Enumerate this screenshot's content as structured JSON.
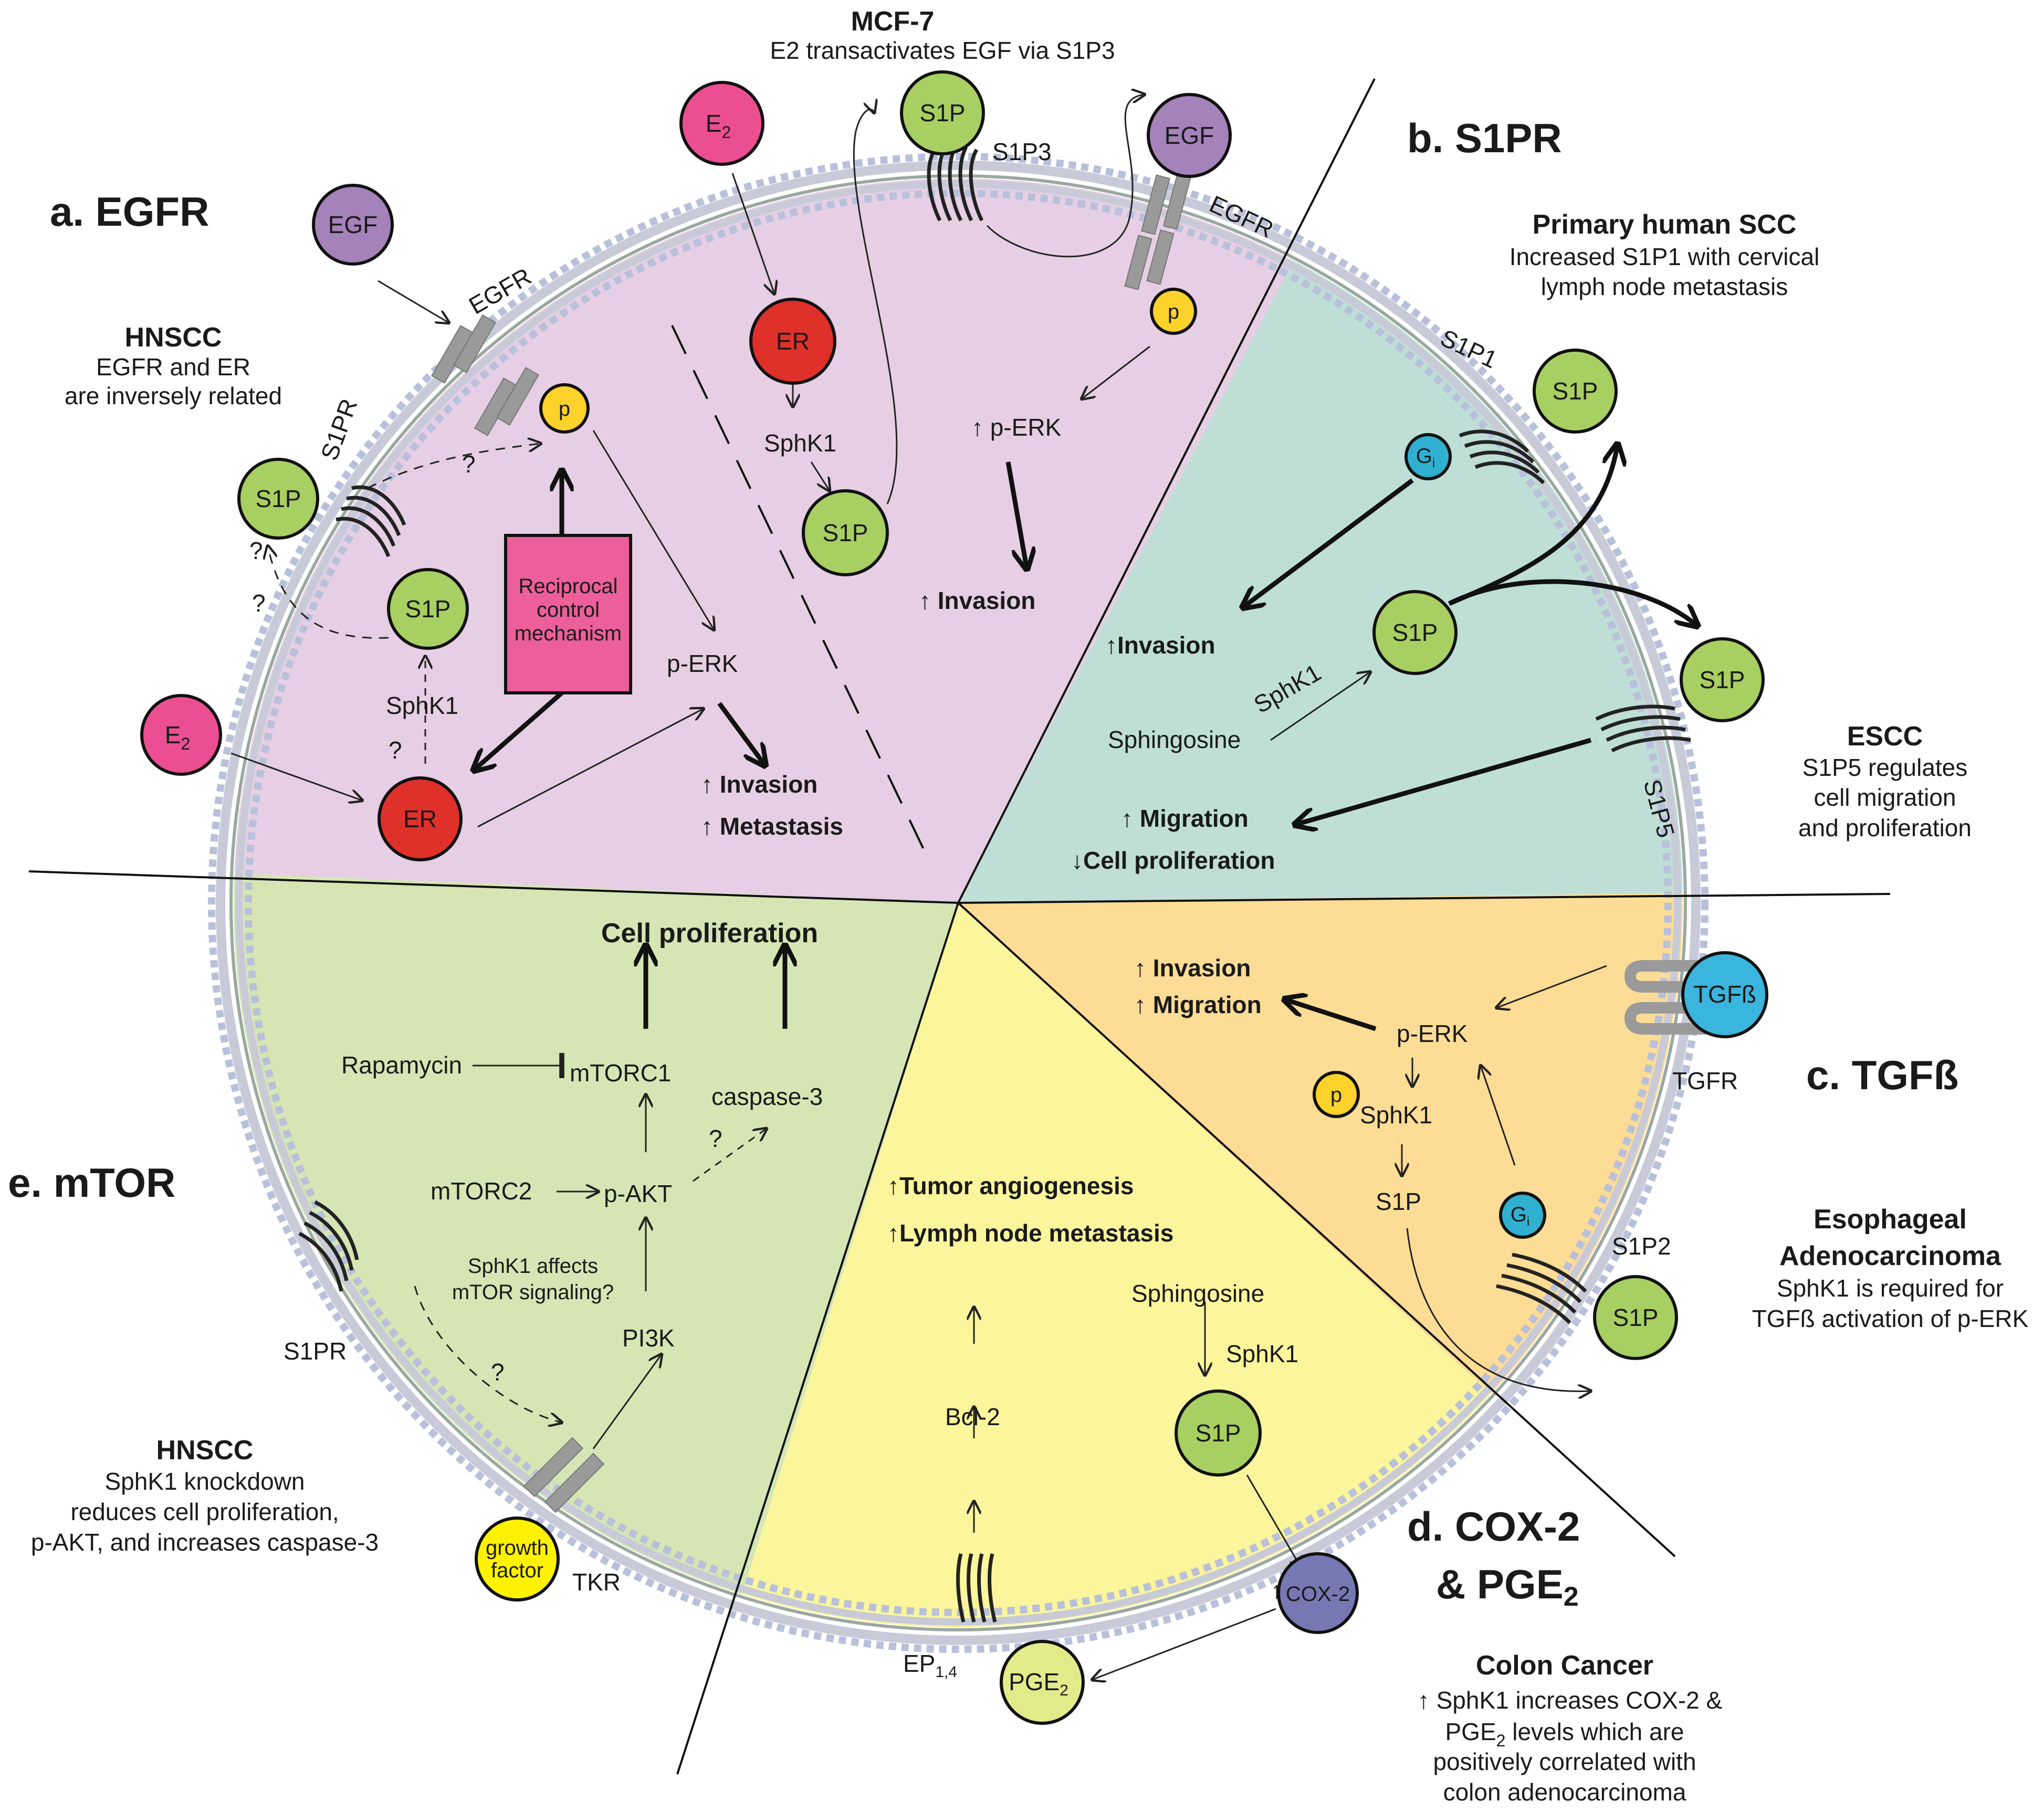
{
  "sections": {
    "a": "a. EGFR",
    "b": "b. S1PR",
    "c": "c. TGFß",
    "d_line1": "d. COX-2",
    "d_line2_prefix": "& PGE",
    "d_line2_sub": "2",
    "e": "e. mTOR"
  },
  "colors": {
    "pink": "#e6cfe4",
    "teal": "#bfdfd6",
    "orange": "#fddc96",
    "yellow": "#fbf59c",
    "green": "#d5e6b4",
    "s1p": "#a8cf62",
    "er": "#e0302a",
    "e2": "#ec4f91",
    "egf": "#a582ba",
    "p": "#fdd22a",
    "gi": "#2fb0d0",
    "tgfb": "#3ab5dd",
    "cox2": "#7678b4",
    "pge2": "#e3ea8a",
    "reciprocal": "#ec5f9a",
    "growth": "#fff200"
  },
  "mcf7": {
    "title": "MCF-7",
    "subtitle": "E2 transactivates EGF via S1P3"
  },
  "hnscc_a": {
    "title": "HNSCC",
    "line1": "EGFR and ER",
    "line2": "are inversely related"
  },
  "scc": {
    "title": "Primary human SCC",
    "line1": "Increased S1P1 with cervical",
    "line2": "lymph node metastasis"
  },
  "escc": {
    "title": "ESCC",
    "line1": "S1P5 regulates",
    "line2": "cell migration",
    "line3": "and proliferation"
  },
  "esoph": {
    "title1": "Esophageal",
    "title2": "Adenocarcinoma",
    "line1": "SphK1 is required for",
    "line2": "TGFß activation of p-ERK"
  },
  "colon": {
    "title": "Colon Cancer",
    "line1": "SphK1 increases COX-2 &",
    "line2_prefix": "PGE",
    "line2_sub": "2",
    "line2_rest": " levels which are",
    "line3": "positively correlated with",
    "line4": "colon adenocarcinoma"
  },
  "hnscc_e": {
    "title": "HNSCC",
    "line1": "SphK1 knockdown",
    "line2": "reduces cell proliferation,",
    "line3": "p-AKT, and increases caspase-3"
  },
  "labels": {
    "egf": "EGF",
    "egfr": "EGFR",
    "s1p": "S1P",
    "s1pr": "S1PR",
    "s1p1": "S1P1",
    "s1p2": "S1P2",
    "s1p3": "S1P3",
    "s1p5": "S1P5",
    "er": "ER",
    "e": "E",
    "e_sub": "2",
    "p": "p",
    "g": "G",
    "g_sub": "i",
    "sphk1": "SphK1",
    "perk": "p-ERK",
    "invasion": "Invasion",
    "metastasis": "Metastasis",
    "migration": "Migration",
    "cell_prolif": "Cell proliferation",
    "sphingosine": "Sphingosine",
    "reciprocal1": "Reciprocal",
    "reciprocal2": "control",
    "reciprocal3": "mechanism",
    "question": "?",
    "tgfb": "TGFß",
    "tgfr": "TGFR",
    "tumor_angio": "Tumor angiogenesis",
    "lymph_meta": "Lymph node metastasis",
    "bcl2": "Bcl-2",
    "cox2": "COX-2",
    "pge": "PGE",
    "pge_sub": "2",
    "ep": "EP",
    "ep_sub": "1,4",
    "mtorc1": "mTORC1",
    "mtorc2": "mTORC2",
    "rapamycin": "Rapamycin",
    "caspase3": "caspase-3",
    "pakt": "p-AKT",
    "pi3k": "PI3K",
    "sphk1_affects1": "SphK1 affects",
    "sphk1_affects2": "mTOR signaling?",
    "tkr": "TKR",
    "growth1": "growth",
    "growth2": "factor",
    "up": "↑",
    "down": "↓"
  }
}
